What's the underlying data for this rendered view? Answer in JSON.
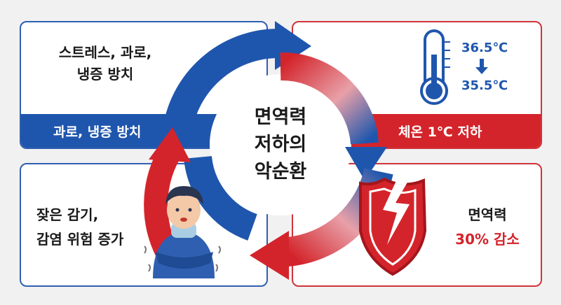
{
  "center": {
    "line1": "면역력",
    "line2": "저하의",
    "line3": "악순환"
  },
  "top_left": {
    "line1": "스트레스, 과로,",
    "line2": "냉증 방치",
    "band": "과로, 냉증 방치"
  },
  "top_right": {
    "temp_high": "36.5℃",
    "temp_low": "35.5℃",
    "band": "체온 1℃ 저하"
  },
  "bottom_right": {
    "line1": "면역력",
    "line2": "30% 감소"
  },
  "bottom_left": {
    "line1": "잦은 감기,",
    "line2": "감염 위험 증가"
  },
  "colors": {
    "blue": "#1f56ad",
    "red": "#d4242b",
    "panel_blue_border": "#2f5fb0",
    "panel_red_border": "#d0343a"
  },
  "icons": [
    "thermometer-icon",
    "down-arrow-icon",
    "broken-shield-icon",
    "cold-person-icon"
  ]
}
